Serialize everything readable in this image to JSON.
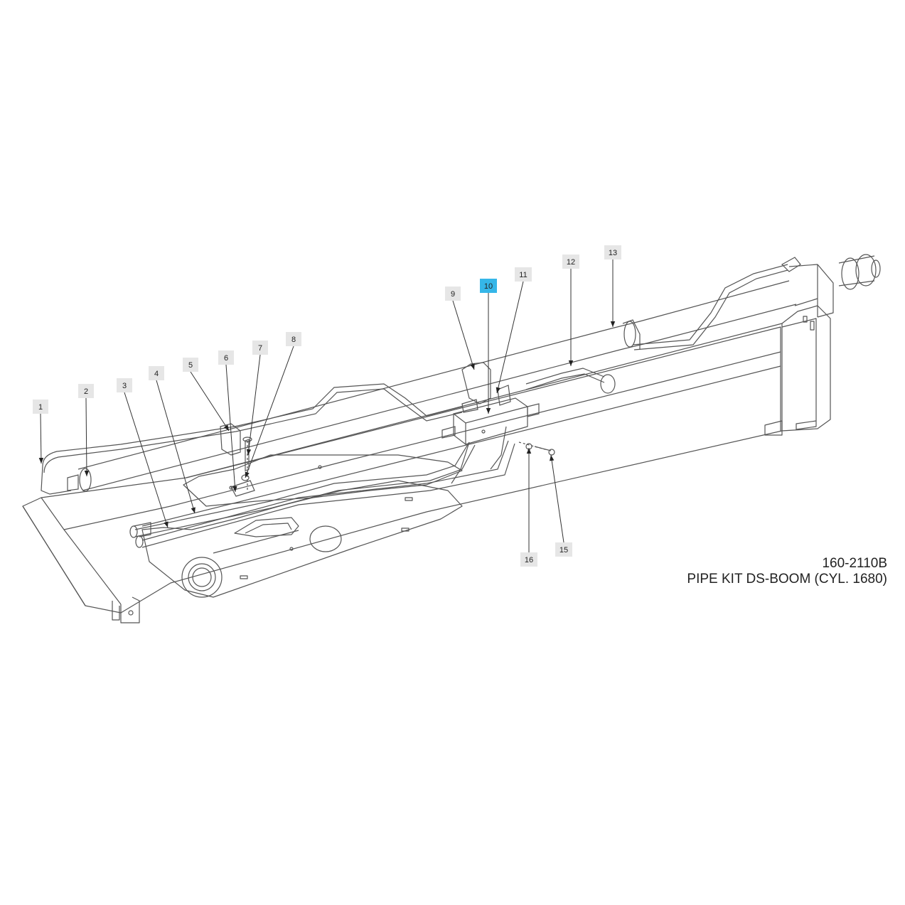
{
  "diagram": {
    "drawing_number": "160-2110B",
    "drawing_title": "PIPE KIT DS-BOOM (CYL. 1680)",
    "highlight_color": "#35b6e8",
    "tag_color": "#e6e6e6",
    "line_color": "#555555",
    "callouts": [
      {
        "label": "1",
        "highlighted": false
      },
      {
        "label": "2",
        "highlighted": false
      },
      {
        "label": "3",
        "highlighted": false
      },
      {
        "label": "4",
        "highlighted": false
      },
      {
        "label": "5",
        "highlighted": false
      },
      {
        "label": "6",
        "highlighted": false
      },
      {
        "label": "7",
        "highlighted": false
      },
      {
        "label": "8",
        "highlighted": false
      },
      {
        "label": "9",
        "highlighted": false
      },
      {
        "label": "10",
        "highlighted": true
      },
      {
        "label": "11",
        "highlighted": false
      },
      {
        "label": "12",
        "highlighted": false
      },
      {
        "label": "13",
        "highlighted": false
      },
      {
        "label": "15",
        "highlighted": false
      },
      {
        "label": "16",
        "highlighted": false
      }
    ]
  }
}
